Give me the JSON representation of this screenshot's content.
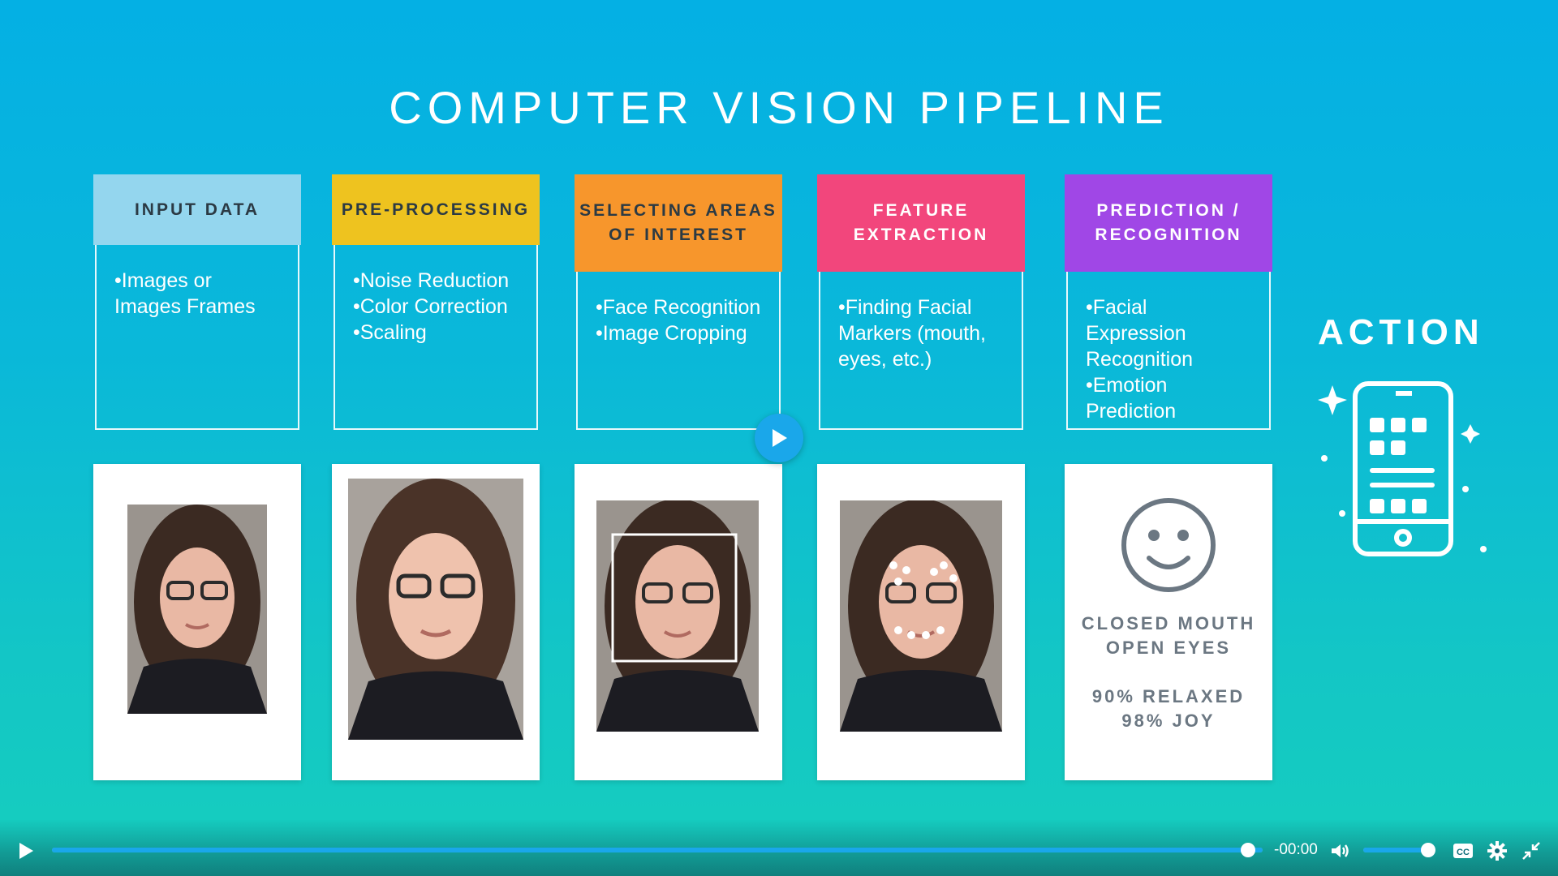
{
  "slide": {
    "title": "COMPUTER VISION PIPELINE",
    "stages": [
      {
        "header_lines": [
          "INPUT DATA"
        ],
        "bullets": [
          "•Images or",
          "Images Frames"
        ],
        "color": "#94d6ee",
        "text_color": "#2b3a44"
      },
      {
        "header_lines": [
          "PRE-PROCESSING"
        ],
        "bullets": [
          "•Noise Reduction",
          "•Color Correction",
          "•Scaling"
        ],
        "color": "#eec31f",
        "text_color": "#2b3a44"
      },
      {
        "header_lines": [
          "SELECTING AREAS",
          "OF INTEREST"
        ],
        "bullets": [
          "•Face Recognition",
          "•Image Cropping"
        ],
        "color": "#f7962c",
        "text_color": "#2b3a44"
      },
      {
        "header_lines": [
          "FEATURE",
          "EXTRACTION"
        ],
        "bullets": [
          "•Finding Facial",
          "Markers (mouth,",
          "eyes, etc.)"
        ],
        "color": "#f2467c",
        "text_color": "#ffffff"
      },
      {
        "header_lines": [
          "PREDICTION /",
          "RECOGNITION"
        ],
        "bullets": [
          "•Facial Expression",
          "Recognition",
          "•Emotion",
          "Prediction"
        ],
        "color": "#a047e6",
        "text_color": "#ffffff"
      }
    ],
    "result": {
      "line1": "CLOSED MOUTH",
      "line2": "OPEN EYES",
      "line3": "90% RELAXED",
      "line4": "98% JOY"
    },
    "action_label": "ACTION"
  },
  "player": {
    "time": "-00:00",
    "progress": 1.0,
    "volume": 0.95,
    "icons": {
      "play": "play-icon",
      "center_play": "play-icon",
      "volume": "volume-icon",
      "captions": "captions-icon",
      "settings": "gear-icon",
      "exit_fullscreen": "exit-fullscreen-icon"
    }
  }
}
